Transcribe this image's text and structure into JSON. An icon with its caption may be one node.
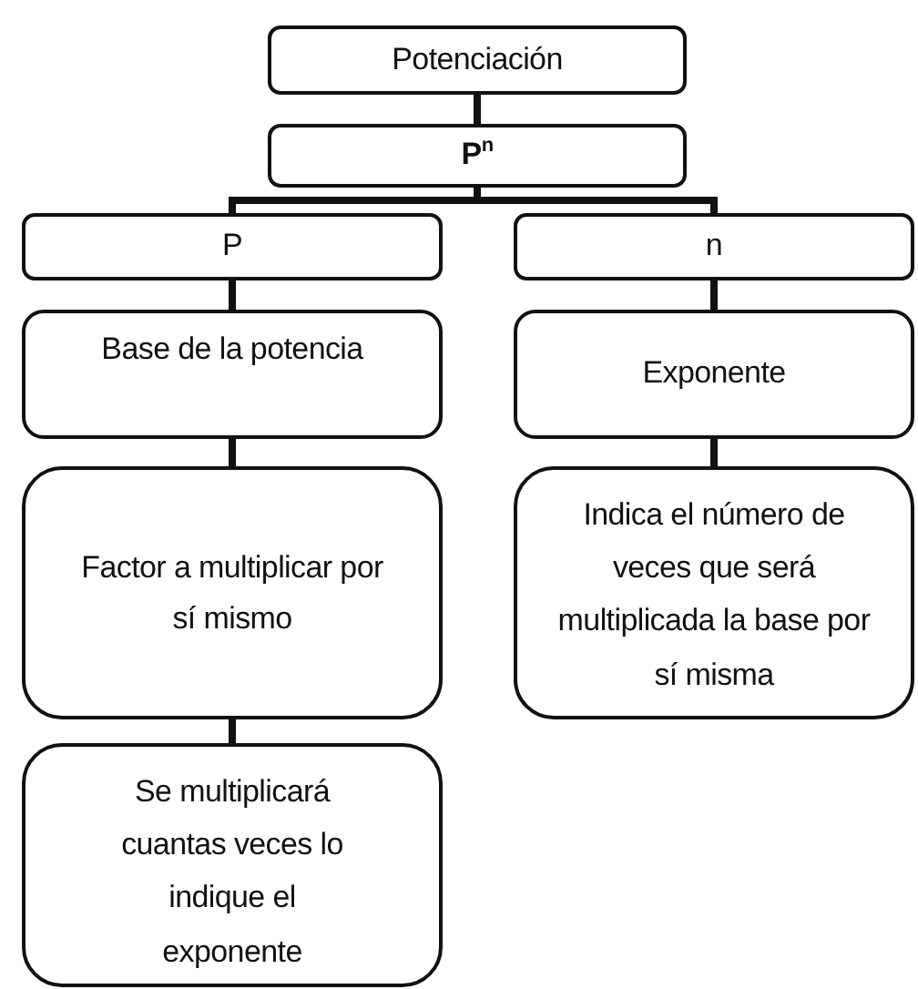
{
  "diagram": {
    "nodes": [
      {
        "text": [
          "Potenciación"
        ]
      },
      {
        "text": [
          "P$^{n}$"
        ]
      },
      {
        "text": [
          "P"
        ]
      },
      {
        "text": [
          "n"
        ]
      },
      {
        "text": [
          "Base de la potencia"
        ]
      },
      {
        "text": [
          "Exponente"
        ]
      },
      {
        "text": [
          "Factor a multiplicar por sí mismo"
        ]
      },
      {
        "text": [
          "Indica el número de veces que será multiplicada la base por sí misma"
        ]
      },
      {
        "text": [
          "Se multiplicará cuantas veces lo indique el exponente"
        ]
      }
    ],
    "edges": [
      {
        "from": 0,
        "to": 1,
        "arrow": "none"
      },
      {
        "from": 1,
        "to": 2,
        "arrow": "none"
      },
      {
        "from": 1,
        "to": 3,
        "arrow": "none"
      },
      {
        "from": 2,
        "to": 4,
        "arrow": "none"
      },
      {
        "from": 3,
        "to": 5,
        "arrow": "none"
      },
      {
        "from": 4,
        "to": 6,
        "arrow": "none"
      },
      {
        "from": 5,
        "to": 7,
        "arrow": "none"
      },
      {
        "from": 6,
        "to": 8,
        "arrow": "none"
      }
    ]
  }
}
